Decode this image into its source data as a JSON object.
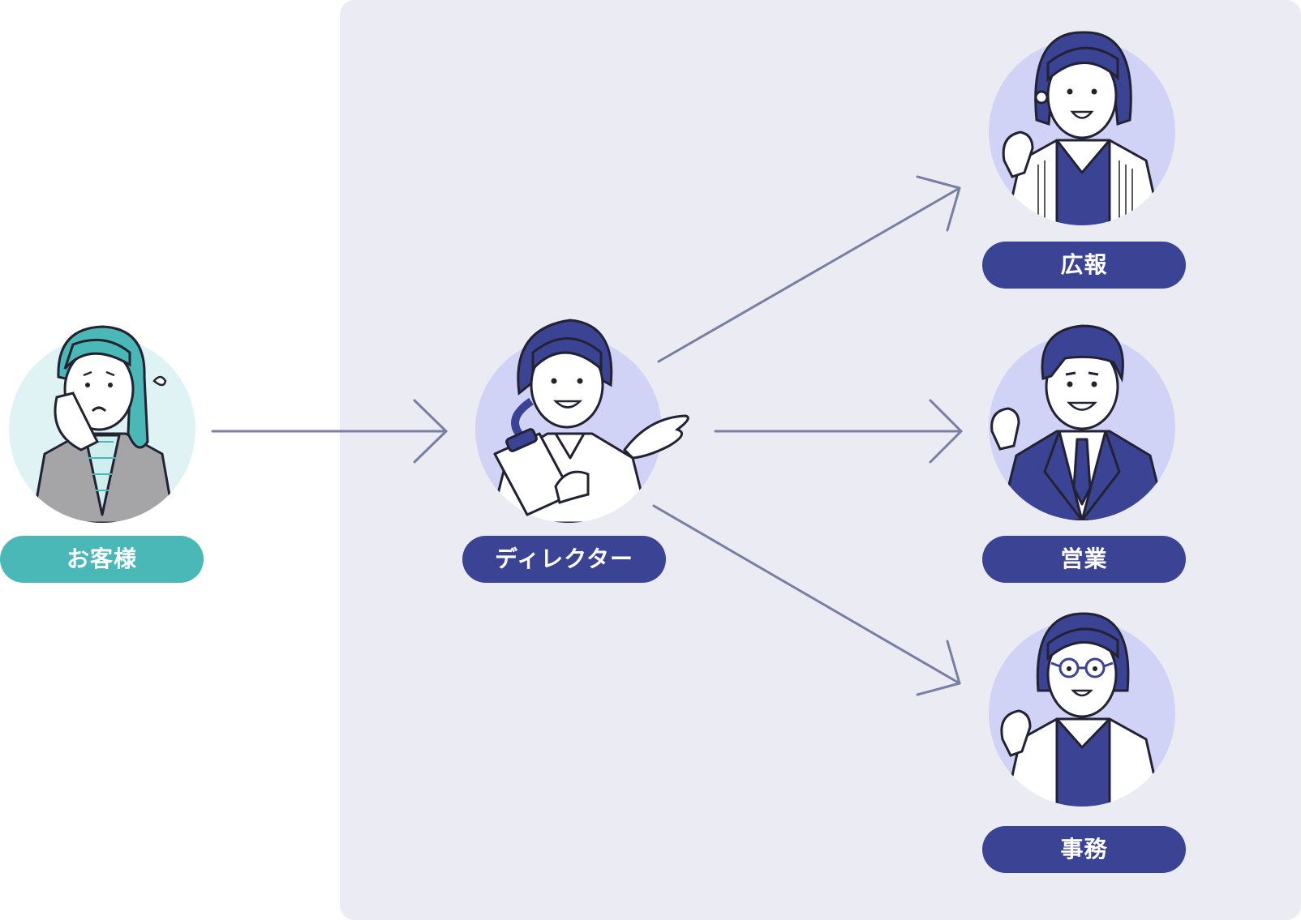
{
  "colors": {
    "panel": "#ebebf4",
    "navy": "#3b4494",
    "teal": "#4bb8b8",
    "customer_circle": "#dff3f4",
    "staff_circle": "#d0d3f5",
    "arrow": "#7780a3",
    "outline": "#222233"
  },
  "nodes": {
    "customer": {
      "label": "お客様"
    },
    "director": {
      "label": "ディレクター"
    },
    "pr": {
      "label": "広報"
    },
    "sales": {
      "label": "営業"
    },
    "office": {
      "label": "事務"
    }
  },
  "edges": [
    {
      "from": "customer",
      "to": "director"
    },
    {
      "from": "director",
      "to": "pr"
    },
    {
      "from": "director",
      "to": "sales"
    },
    {
      "from": "director",
      "to": "office"
    }
  ]
}
